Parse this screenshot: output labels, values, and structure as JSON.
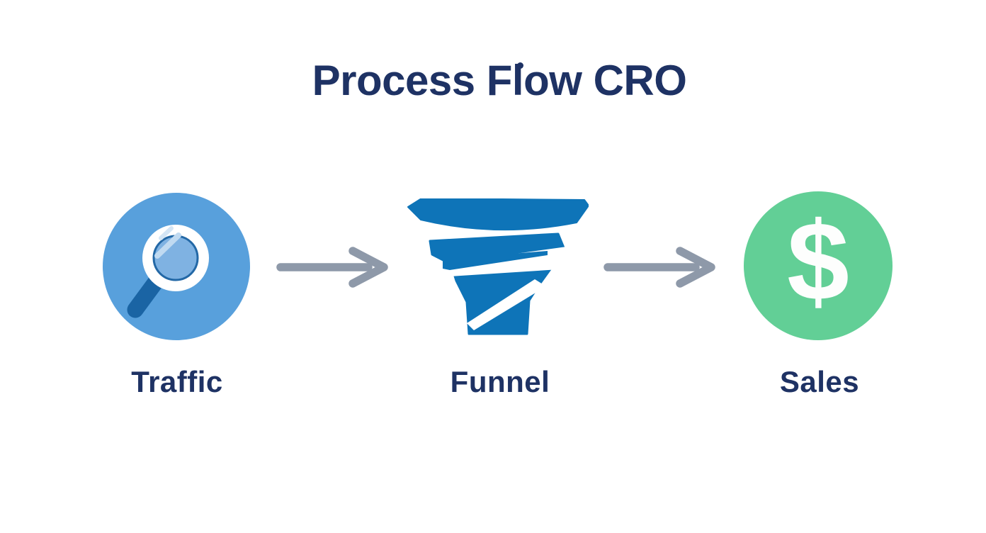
{
  "title": "Process Flow CRO",
  "diagram": {
    "steps": [
      {
        "id": "traffic",
        "label": "Traffic",
        "icon": "magnifying-glass-icon",
        "circle_color": "#58a0dc"
      },
      {
        "id": "funnel",
        "label": "Funnel",
        "icon": "funnel-swirl-icon",
        "color": "#0e74b8"
      },
      {
        "id": "sales",
        "label": "Sales",
        "icon": "dollar-sign-icon",
        "glyph": "$",
        "circle_color": "#62cf96"
      }
    ],
    "connectors": [
      {
        "type": "arrow-right",
        "color": "#8e99a9"
      },
      {
        "type": "arrow-right",
        "color": "#8e99a9"
      }
    ]
  },
  "colors": {
    "background": "#ffffff",
    "title_text": "#1e3264",
    "label_text": "#1e3264",
    "arrow": "#8e99a9",
    "traffic_circle": "#58a0dc",
    "magnifier_handle": "#1a64a4",
    "magnifier_lens": "#7fb2e2",
    "magnifier_ring": "#ffffff",
    "funnel": "#0e74b8",
    "sales_circle": "#62cf96",
    "dollar_sign": "#ffffff"
  }
}
